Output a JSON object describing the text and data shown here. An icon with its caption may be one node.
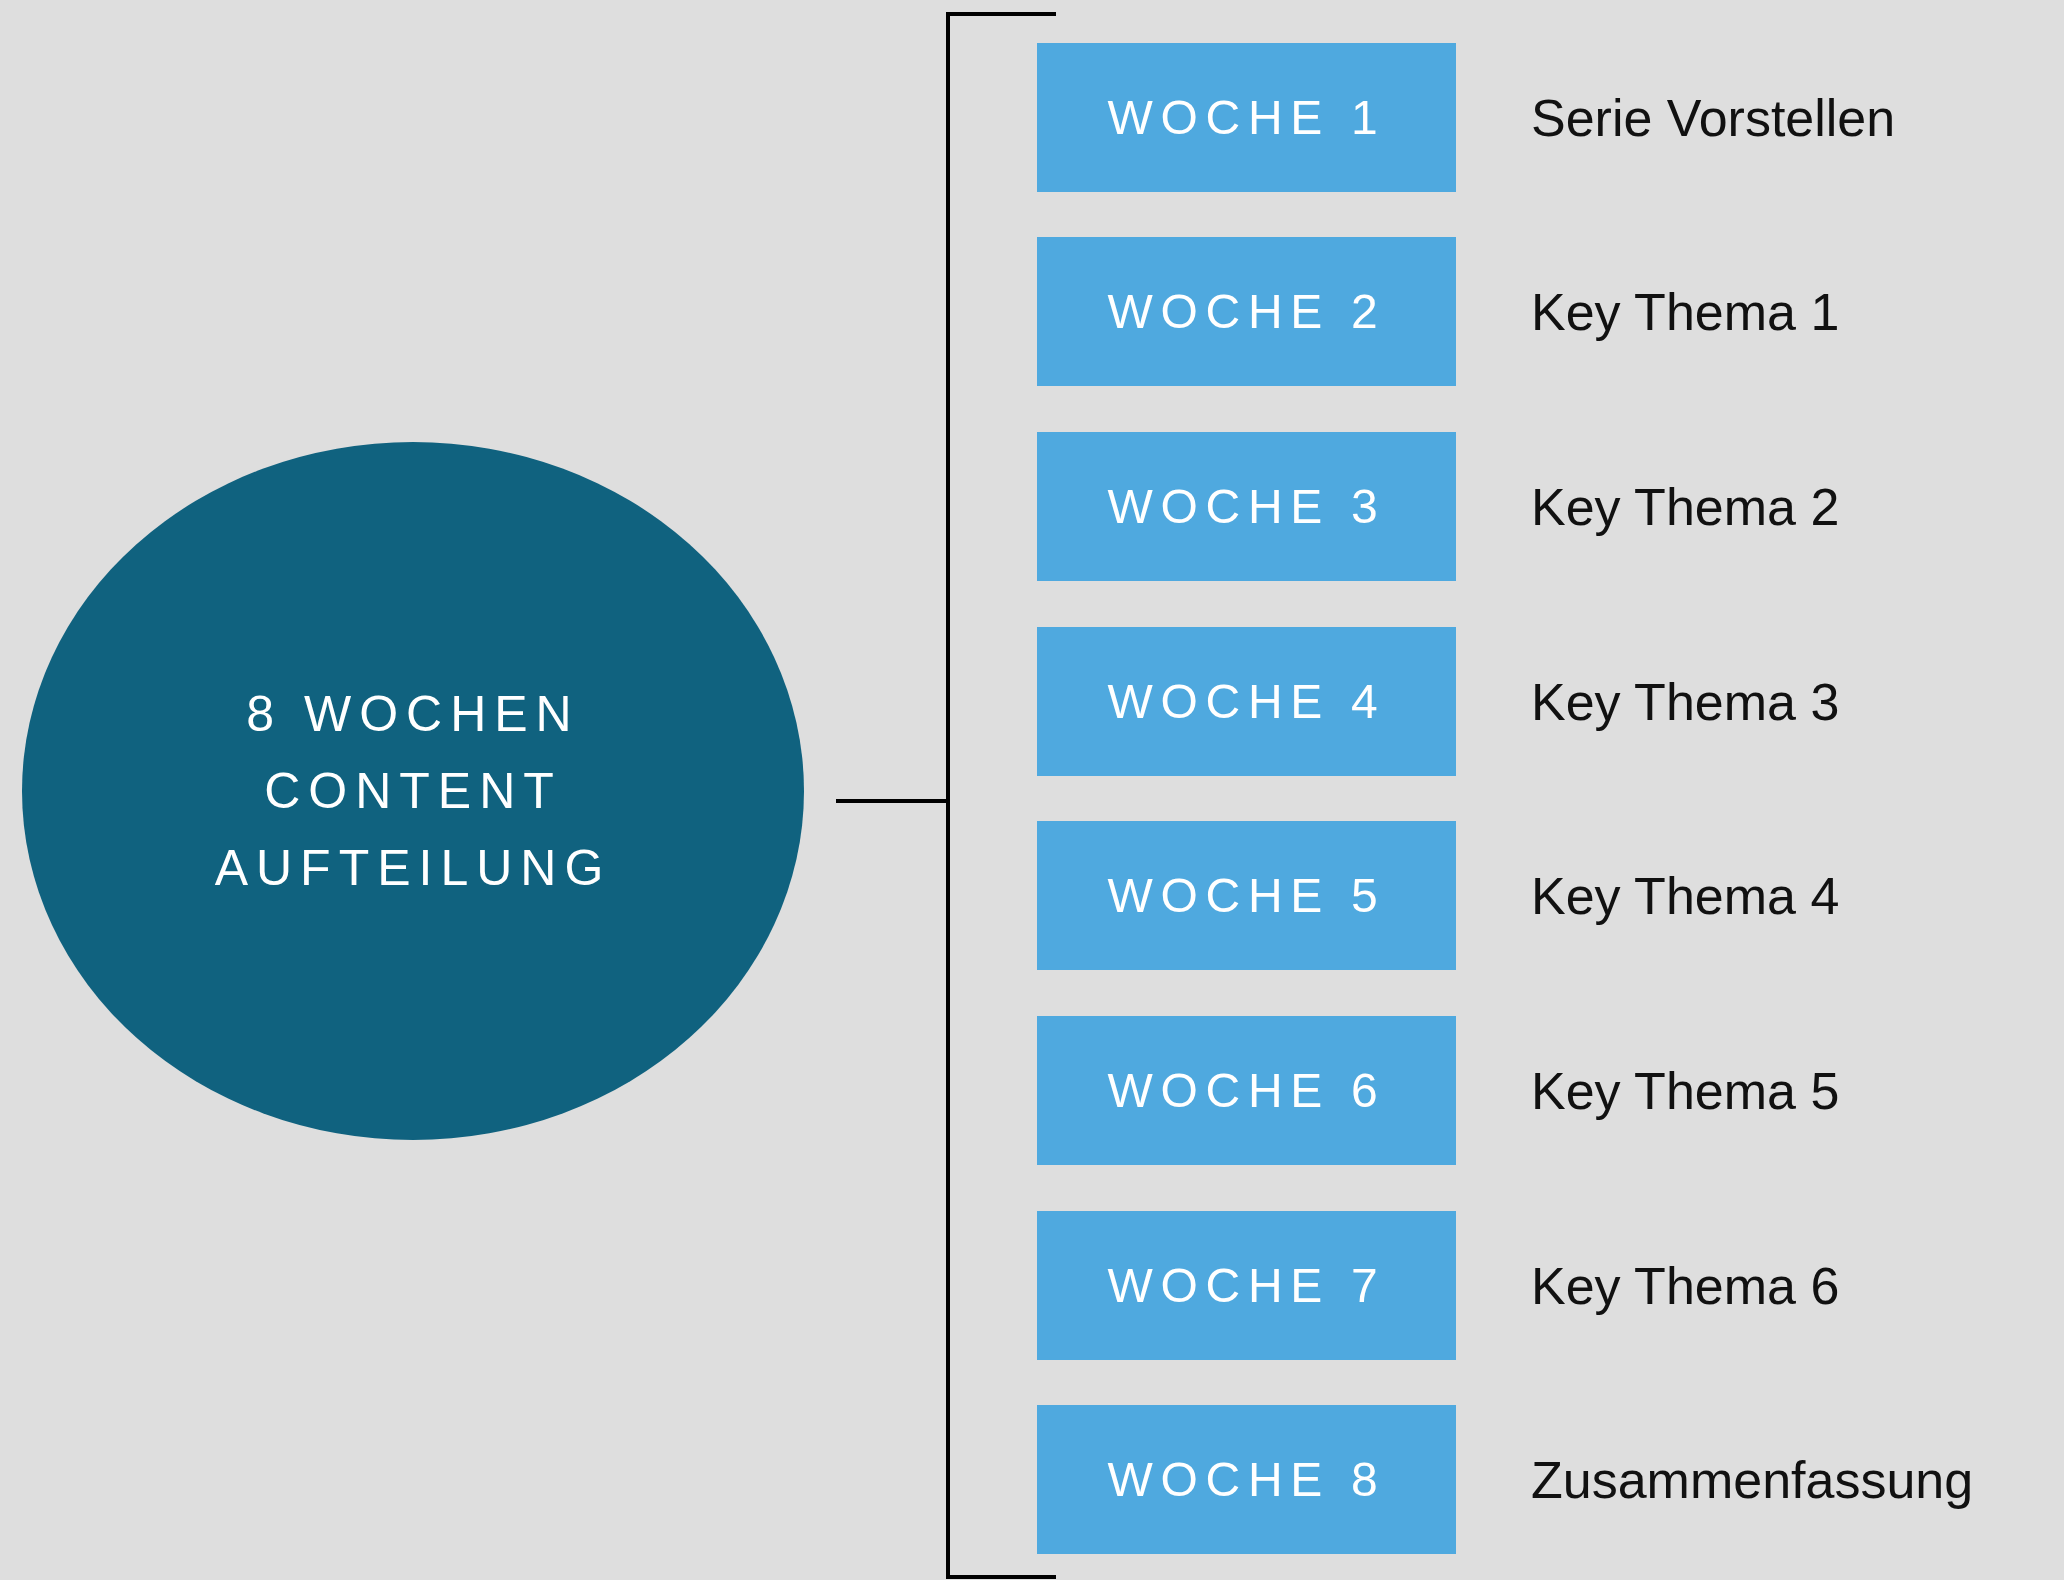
{
  "diagram": {
    "nodes": [
      {
        "text": [
          "8 WOCHEN CONTENT AUFTEILUNG"
        ]
      },
      {
        "text": [
          "WOCHE 1"
        ],
        "beside": [
          "Serie Vorstellen"
        ]
      },
      {
        "text": [
          "WOCHE 2"
        ],
        "beside": [
          "Key Thema 1"
        ]
      },
      {
        "text": [
          "WOCHE 3"
        ],
        "beside": [
          "Key Thema 2"
        ]
      },
      {
        "text": [
          "WOCHE 4"
        ],
        "beside": [
          "Key Thema 3"
        ]
      },
      {
        "text": [
          "WOCHE 5"
        ],
        "beside": [
          "Key Thema 4"
        ]
      },
      {
        "text": [
          "WOCHE 6"
        ],
        "beside": [
          "Key Thema 5"
        ]
      },
      {
        "text": [
          "WOCHE 7"
        ],
        "beside": [
          "Key Thema 6"
        ]
      },
      {
        "text": [
          "WOCHE 8"
        ],
        "beside": [
          "Zusammenfassung"
        ]
      }
    ]
  }
}
